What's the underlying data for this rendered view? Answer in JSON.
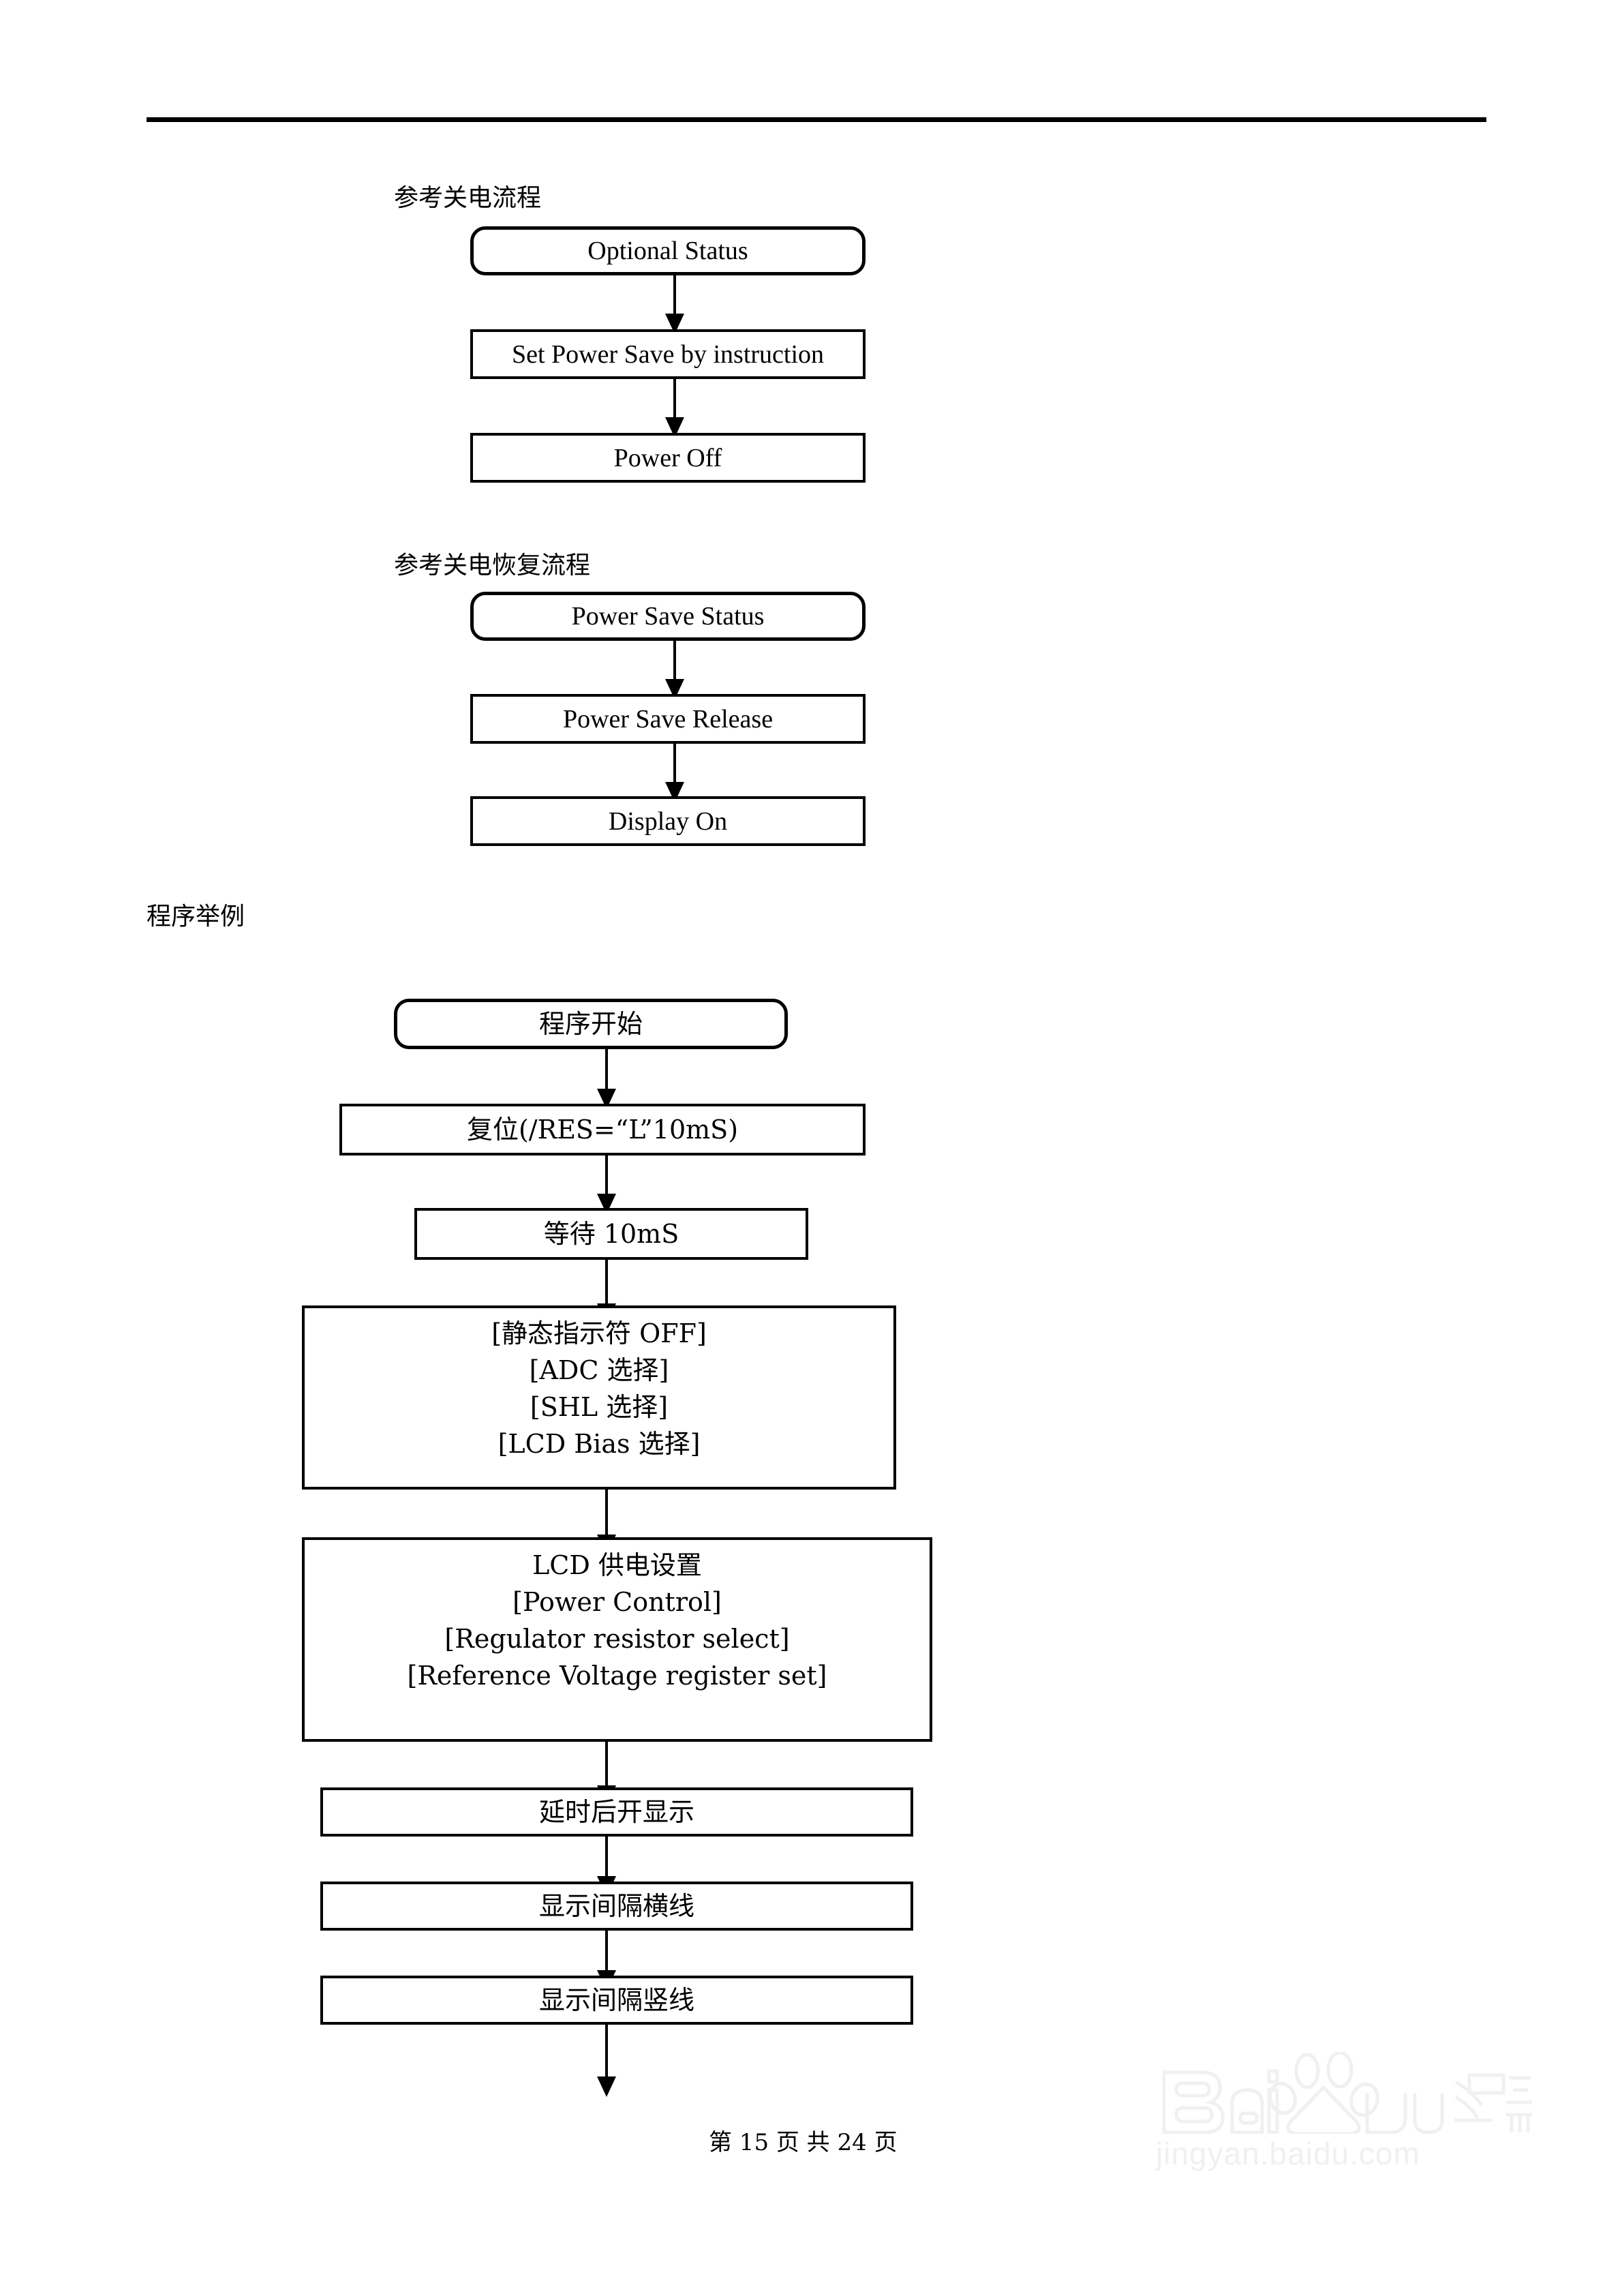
{
  "page": {
    "footer": "第 15 页 共 24 页",
    "page_number": 15,
    "total_pages": 24
  },
  "sections": [
    {
      "id": "power-off-flow",
      "caption": "参考关电流程",
      "steps": [
        {
          "label": "Optional Status",
          "shape": "rounded"
        },
        {
          "label": "Set Power Save by instruction",
          "shape": "rect"
        },
        {
          "label": "Power Off",
          "shape": "rect"
        }
      ]
    },
    {
      "id": "power-resume-flow",
      "caption": "参考关电恢复流程",
      "steps": [
        {
          "label": "Power Save Status",
          "shape": "rounded"
        },
        {
          "label": "Power Save Release",
          "shape": "rect"
        },
        {
          "label": "Display On",
          "shape": "rect"
        }
      ]
    },
    {
      "id": "program-example-flow",
      "caption": "程序举例",
      "steps": [
        {
          "lines": [
            "程序开始"
          ],
          "shape": "rounded"
        },
        {
          "lines": [
            "复位(/RES=“L”10mS)"
          ],
          "shape": "rect"
        },
        {
          "lines": [
            "等待 10mS"
          ],
          "shape": "rect"
        },
        {
          "lines": [
            "[静态指示符 OFF]",
            "[ADC 选择]",
            "[SHL 选择]",
            "[LCD Bias 选择]"
          ],
          "shape": "rect"
        },
        {
          "lines": [
            "LCD 供电设置",
            "[Power Control]",
            "[Regulator resistor select]",
            "[Reference Voltage register set]"
          ],
          "shape": "rect"
        },
        {
          "lines": [
            "延时后开显示"
          ],
          "shape": "rect"
        },
        {
          "lines": [
            "显示间隔横线"
          ],
          "shape": "rect"
        },
        {
          "lines": [
            "显示间隔竖线"
          ],
          "shape": "rect"
        }
      ]
    }
  ],
  "watermark": {
    "brand": "Baidu",
    "brand_cn": "经验",
    "url": "jingyan.baidu.com",
    "color": "#f0f0f0"
  }
}
